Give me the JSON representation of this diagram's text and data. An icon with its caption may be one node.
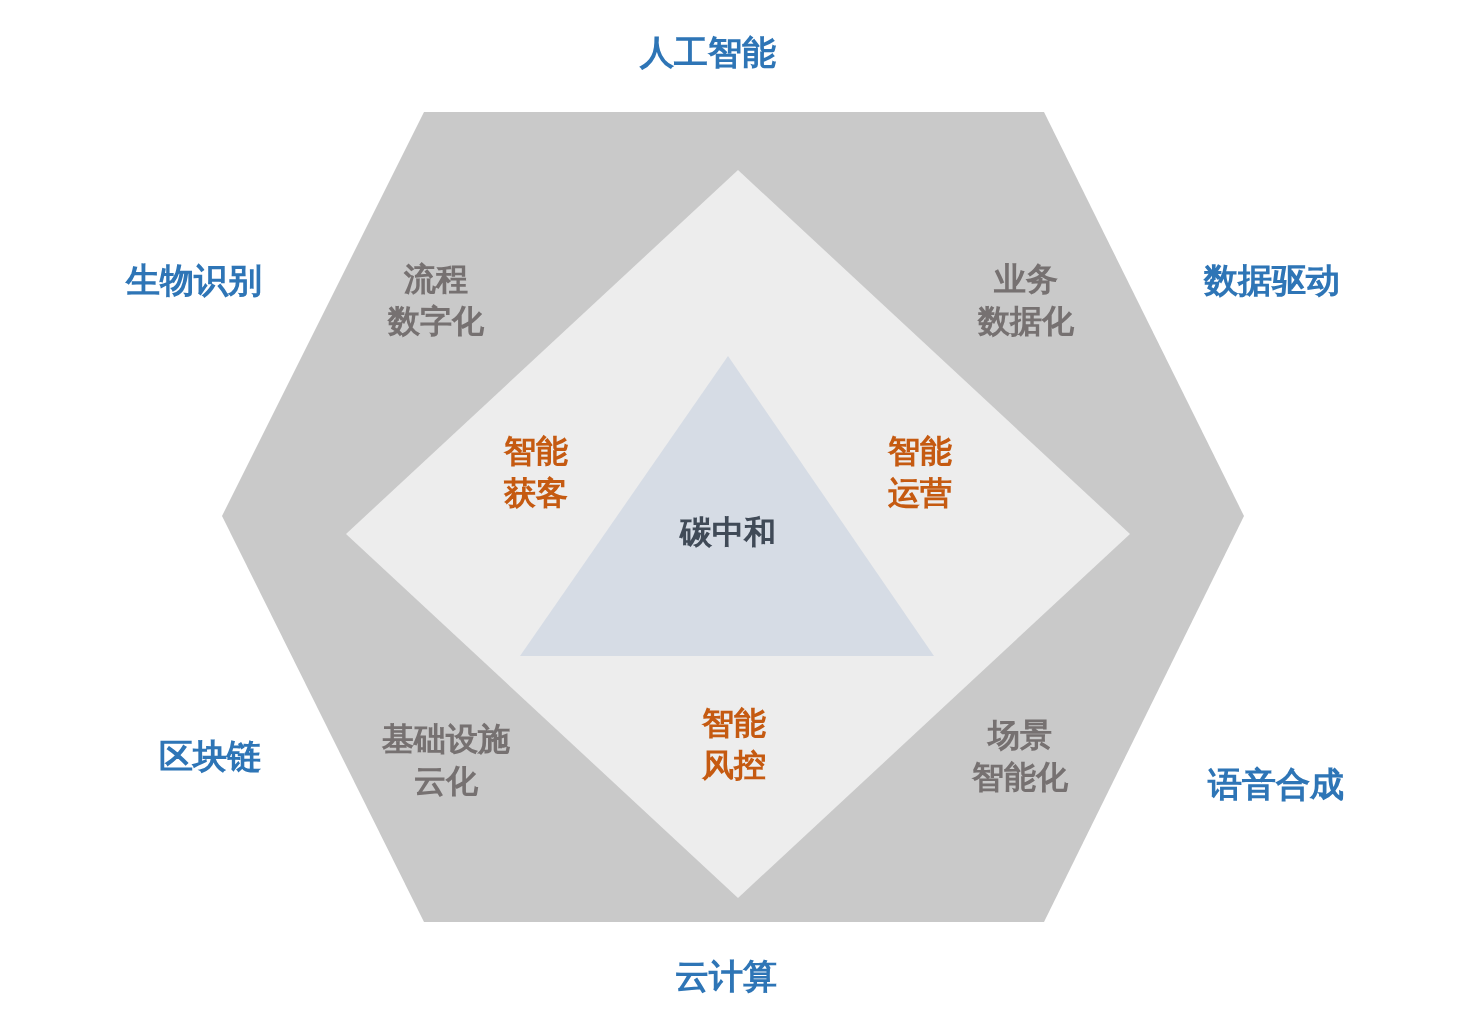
{
  "diagram": {
    "nodes": [
      {
        "text": [
          "流程数字化",
          "业务数据化",
          "基础设施云化",
          "场景智能化"
        ]
      },
      {
        "text": [
          "智能获客",
          "智能运营",
          "智能风控"
        ],
        "in": 0
      },
      {
        "text": [
          "碳中和"
        ],
        "in": 1
      }
    ],
    "labels": [
      "人工智能",
      "生物识别",
      "数据驱动",
      "区块链",
      "语音合成",
      "云计算"
    ]
  }
}
